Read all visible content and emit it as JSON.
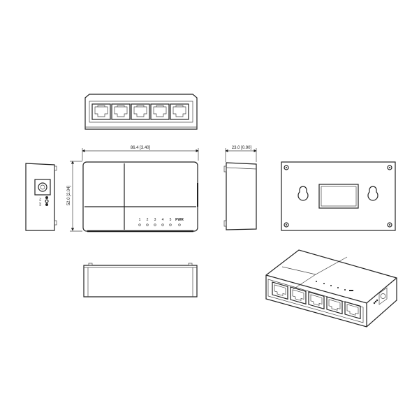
{
  "dimensions": {
    "length": "86.4 [3.40]",
    "height": "52.0 [2.04]",
    "depth": "23.0 [0.90]"
  },
  "led_labels": [
    "1",
    "2",
    "3",
    "4",
    "5",
    "PWR"
  ],
  "side_label": "DC 5V",
  "line_color": "#222222"
}
